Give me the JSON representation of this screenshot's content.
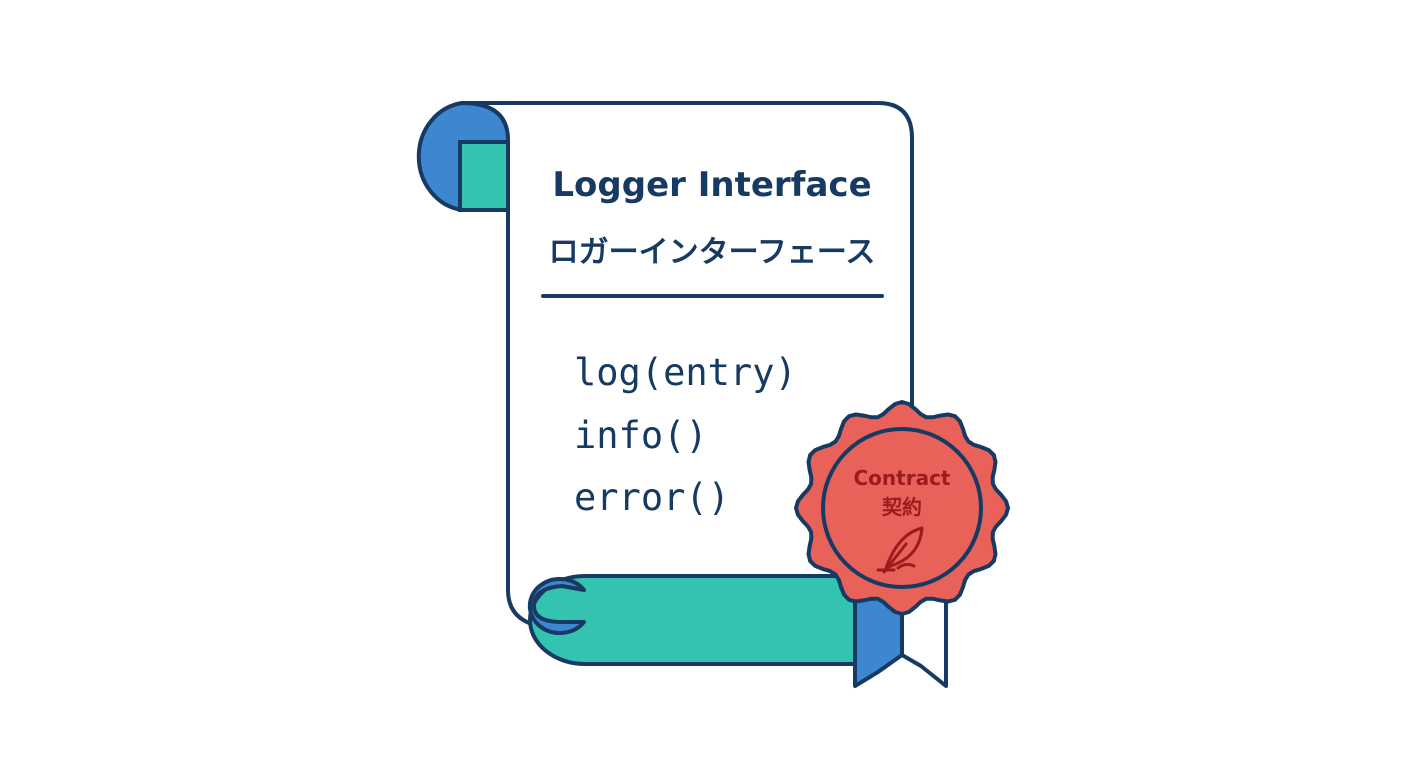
{
  "scroll": {
    "title_en": "Logger Interface",
    "title_ja": "ロガーインターフェース",
    "methods": [
      "log(entry)",
      "info()",
      "error()"
    ]
  },
  "seal": {
    "label_en": "Contract",
    "label_ja": "契約",
    "icon": "quill-icon"
  },
  "colors": {
    "outline": "#173a63",
    "blue": "#3d86d0",
    "teal": "#35c3b1",
    "seal_red": "#e8625a",
    "seal_text": "#9b1c1c"
  }
}
